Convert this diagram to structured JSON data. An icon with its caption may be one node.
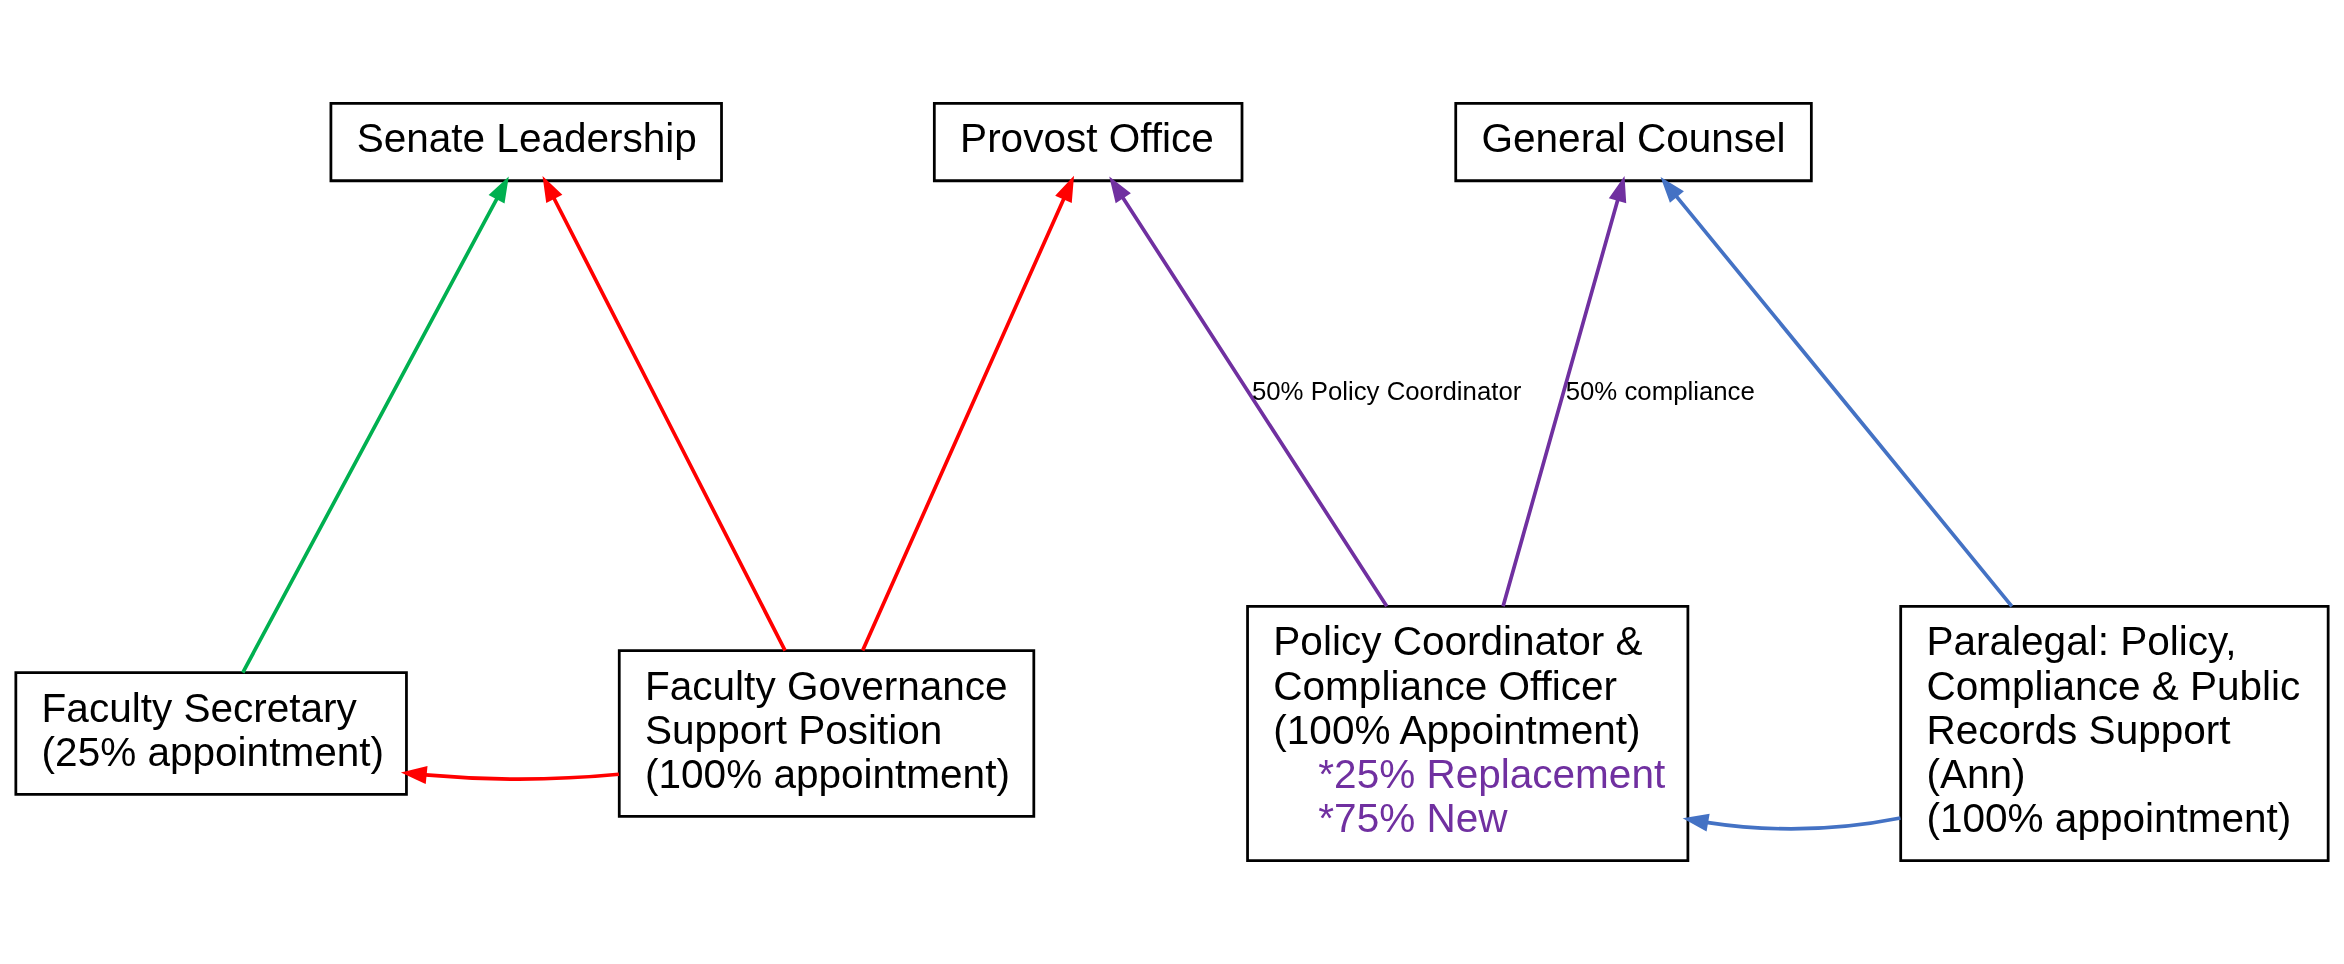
{
  "diagram": {
    "nodes": [
      {
        "text": [
          "Senate Leadership"
        ]
      },
      {
        "text": [
          "Provost Office"
        ]
      },
      {
        "text": [
          "General Counsel"
        ]
      },
      {
        "text": [
          "Faculty Secretary",
          "(25% appointment)"
        ]
      },
      {
        "text": [
          "Faculty Governance Support Position",
          "(100% appointment)"
        ]
      },
      {
        "text": [
          "Policy Coordinator & Compliance Officer",
          "(100% Appointment)",
          "*25% Replacement",
          "*75% New"
        ]
      },
      {
        "text": [
          "Paralegal: Policy, Compliance & Public Records Support",
          "(Ann)",
          "(100% appointment)"
        ]
      }
    ],
    "edges": [
      {
        "from": 3,
        "to": 0,
        "arrow": "to",
        "color": "#00b050"
      },
      {
        "from": 4,
        "to": 0,
        "arrow": "to",
        "color": "#ff0000"
      },
      {
        "from": 4,
        "to": 1,
        "arrow": "to",
        "color": "#ff0000"
      },
      {
        "from": 4,
        "to": 3,
        "arrow": "to",
        "color": "#ff0000"
      },
      {
        "from": 5,
        "to": 1,
        "arrow": "to",
        "label": "50% Policy Coordinator",
        "color": "#7030a0"
      },
      {
        "from": 5,
        "to": 2,
        "arrow": "to",
        "label": "50% compliance",
        "color": "#7030a0"
      },
      {
        "from": 6,
        "to": 2,
        "arrow": "to",
        "color": "#4472c4"
      },
      {
        "from": 6,
        "to": 5,
        "arrow": "to",
        "color": "#4472c4"
      }
    ]
  }
}
